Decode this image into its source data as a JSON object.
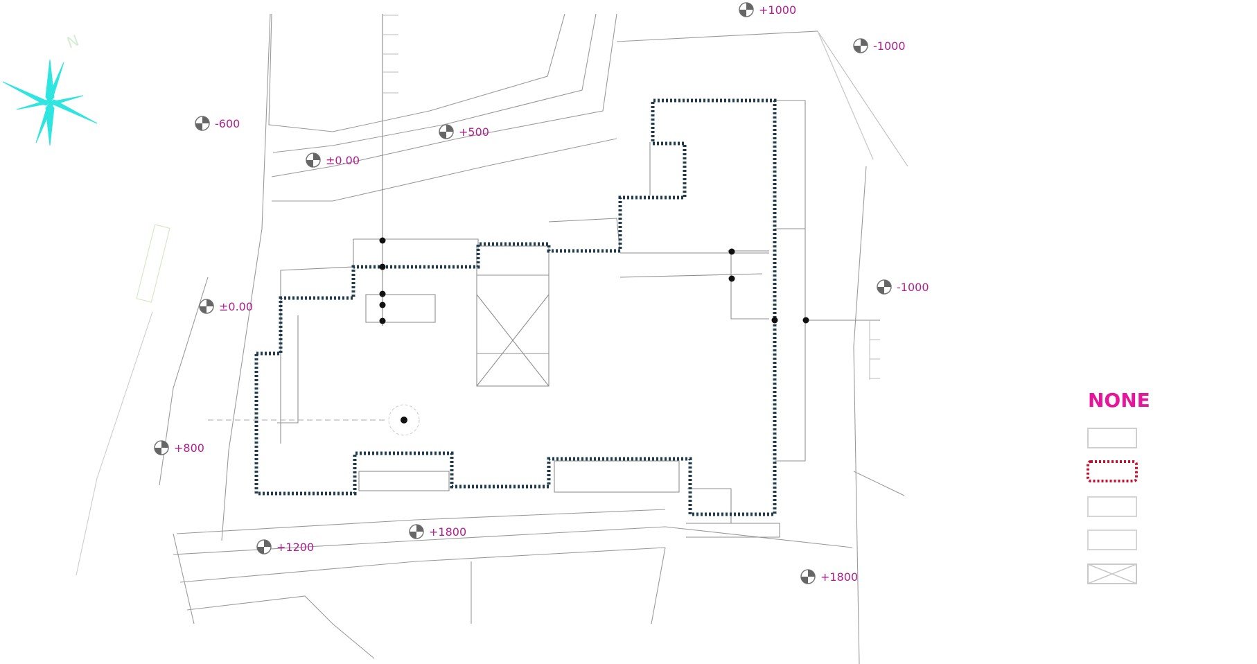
{
  "colors": {
    "boundary": "#1e3b4f",
    "elevation_text": "#b0208f",
    "legend_title": "#e6169a",
    "legend_red": "#c8102e",
    "north_arrow": "#2ee5e0",
    "linework": "#9a9a9a"
  },
  "legend": {
    "title": "NONE"
  },
  "elevations": [
    {
      "label": "+1000"
    },
    {
      "label": "-1000"
    },
    {
      "label": "-600"
    },
    {
      "label": "+500"
    },
    {
      "label": "±0.00"
    },
    {
      "label": "±0.00"
    },
    {
      "label": "-1000"
    },
    {
      "label": "+800"
    },
    {
      "label": "+1800"
    },
    {
      "label": "+1200"
    },
    {
      "label": "+1800"
    }
  ],
  "icons": {
    "north_arrow": "compass-star-icon",
    "elevation_marker": "elevation-marker-icon",
    "survey_point": "survey-point-icon"
  }
}
